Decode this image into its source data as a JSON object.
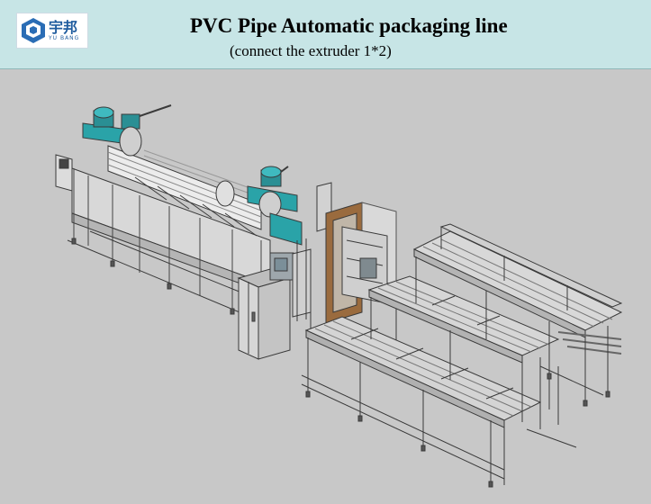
{
  "header": {
    "logo_cn": "宇邦",
    "logo_en": "YU BANG",
    "title": "PVC Pipe Automatic packaging line",
    "subtitle": "(connect the extruder 1*2)"
  },
  "colors": {
    "header_bg": "#c7e5e6",
    "canvas_bg": "#c8c8c8",
    "accent_teal": "#2aa3a8",
    "cabinet_brown": "#9a6b3e"
  },
  "illustration": {
    "subject": "pvc-pipe-packaging-line-isometric-drawing"
  }
}
